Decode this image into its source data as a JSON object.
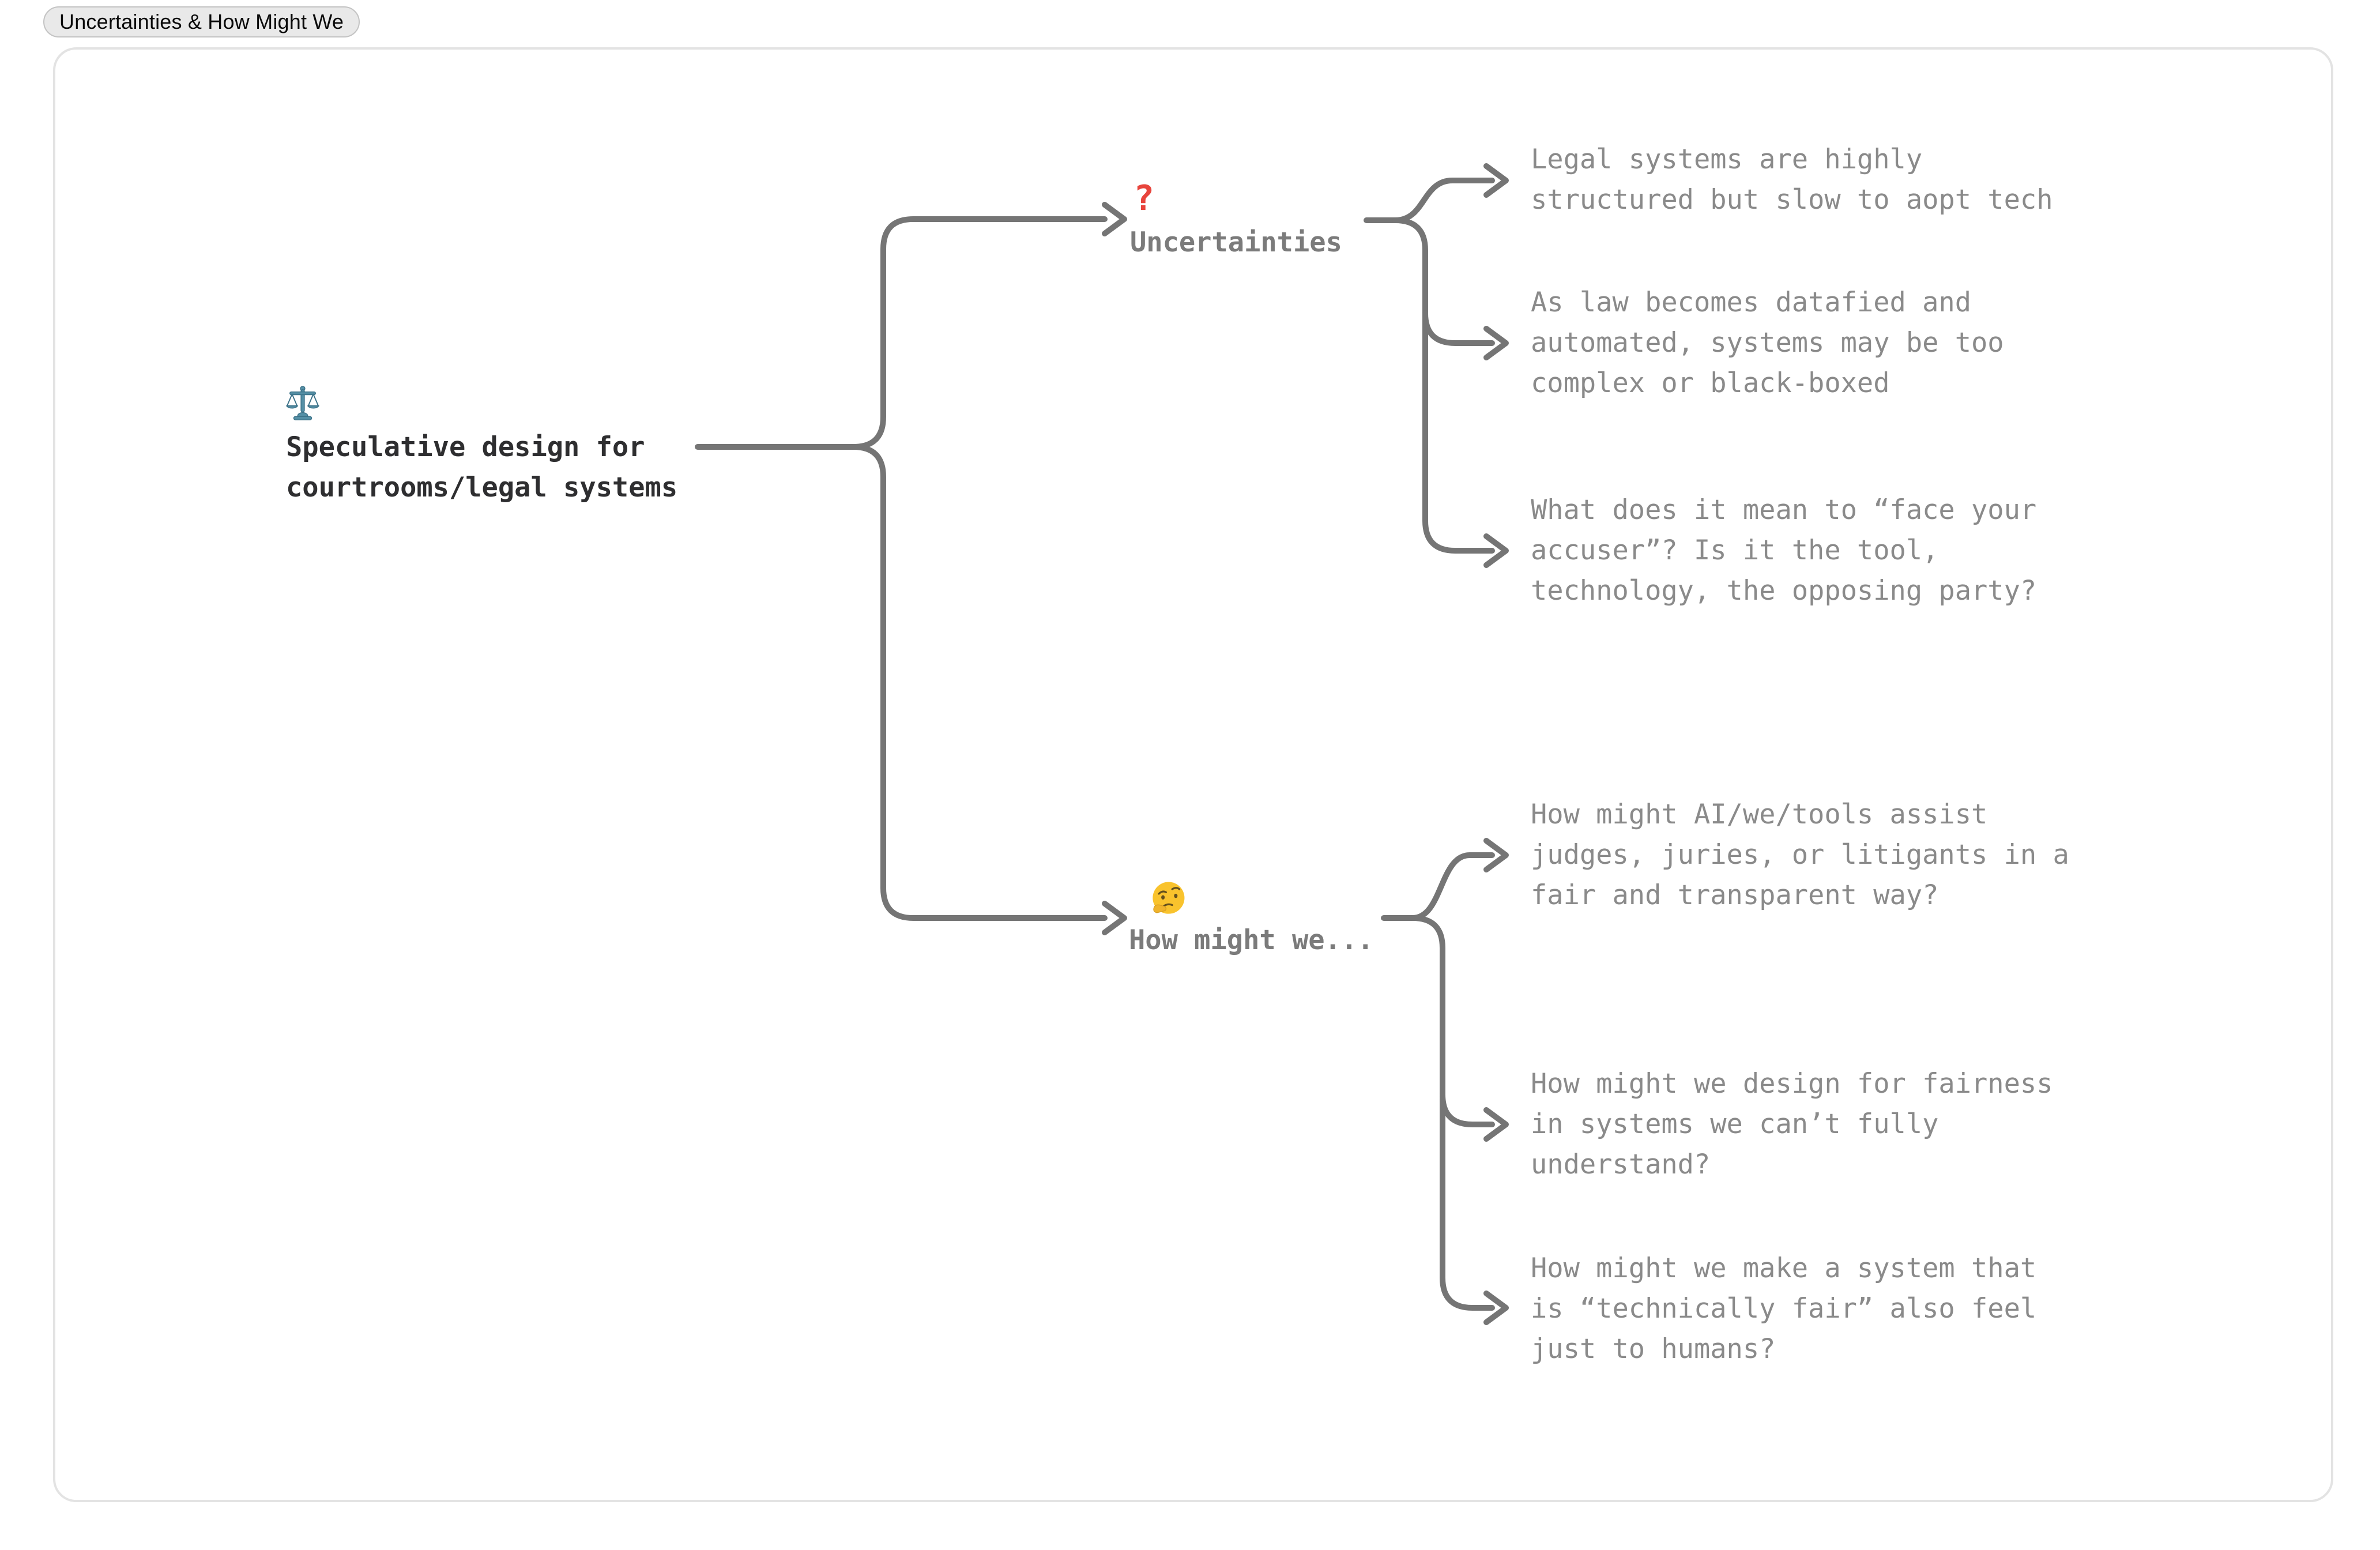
{
  "window": {
    "tab_label": "Uncertainties & How Might We"
  },
  "colors": {
    "connector": "#757575",
    "root_text": "#2e2e30",
    "branch_text": "#7b7b7b",
    "child_text": "#8a8a8a",
    "question_icon": "#e8443c",
    "scales_icon": "#5590a6",
    "tab_bg": "#e9e9e9",
    "panel_border": "#e3e3e3"
  },
  "mindmap": {
    "root": {
      "icon": "scales-icon",
      "label": "Speculative design for\ncourtrooms/legal systems"
    },
    "branches": [
      {
        "icon": "red-question-mark-icon",
        "glyph": "?",
        "label": "Uncertainties",
        "children": [
          "Legal systems are highly\nstructured but slow to aopt tech",
          "As law becomes datafied and\nautomated, systems may be too\ncomplex or black-boxed",
          "What does it mean to “face your\naccuser”? Is it the tool,\ntechnology, the opposing party?"
        ]
      },
      {
        "icon": "thinking-face-icon",
        "label": "How might we...",
        "children": [
          "How might AI/we/tools assist\njudges, juries, or litigants in a\nfair and transparent way?",
          "How might we design for fairness\nin systems we can’t fully\nunderstand?",
          "How might we make a system that\nis “technically fair” also feel\njust to humans?"
        ]
      }
    ]
  }
}
